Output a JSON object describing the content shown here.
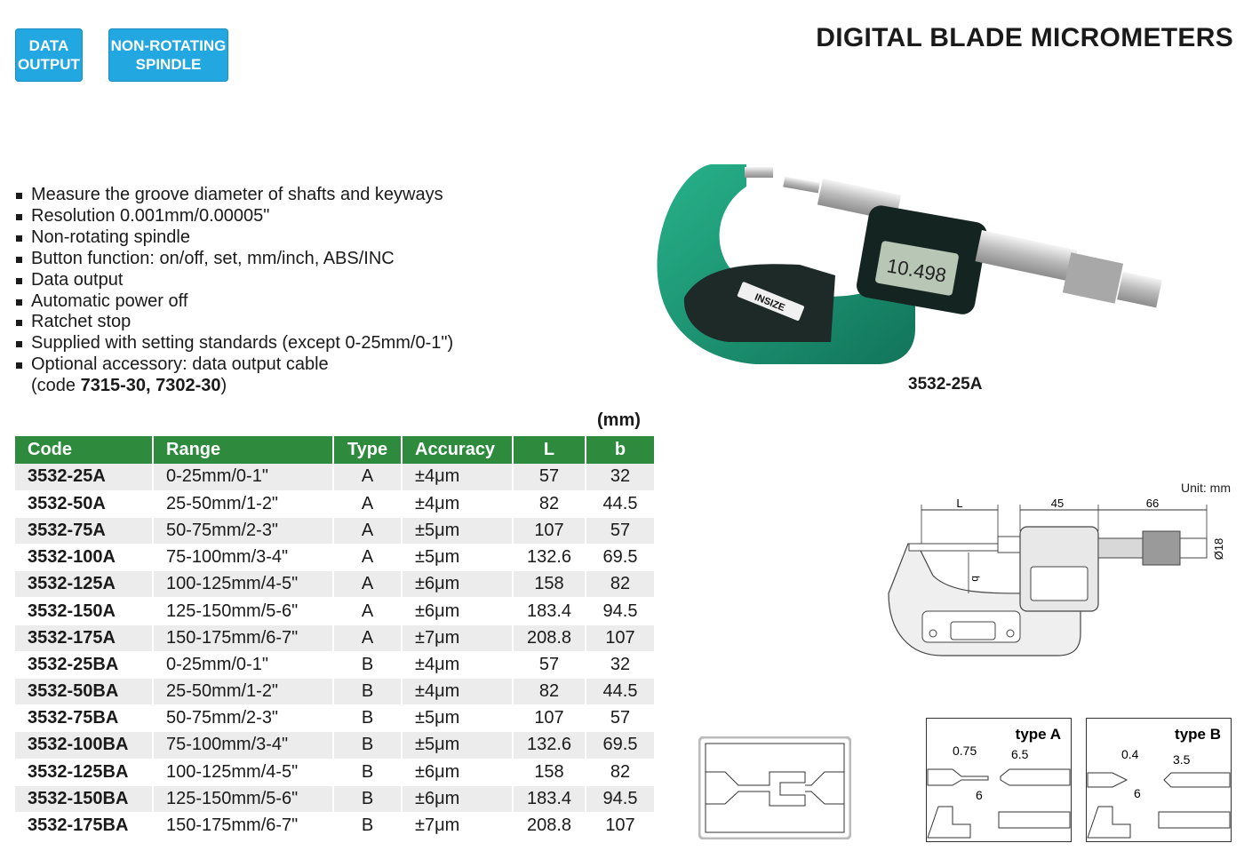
{
  "badges": [
    {
      "line1": "DATA",
      "line2": "OUTPUT"
    },
    {
      "line1": "NON-ROTATING",
      "line2": "SPINDLE"
    }
  ],
  "title": "DIGITAL BLADE MICROMETERS",
  "features": [
    "Measure the groove diameter of shafts and keyways",
    "Resolution 0.001mm/0.00005\"",
    "Non-rotating spindle",
    "Button function: on/off, set, mm/inch, ABS/INC",
    "Data output",
    "Automatic power off",
    "Ratchet stop",
    "Supplied with setting standards (except 0-25mm/0-1\")",
    "Optional accessory: data output cable"
  ],
  "accessory_note": {
    "prefix": "(code ",
    "codes": "7315-30, 7302-30",
    "suffix": ")"
  },
  "product_photo": {
    "caption": "3532-25A",
    "brand_logo": "INSIZE",
    "display_reading": "10.498"
  },
  "table": {
    "unit": "(mm)",
    "headers": [
      "Code",
      "Range",
      "Type",
      "Accuracy",
      "L",
      "b"
    ],
    "rows": [
      [
        "3532-25A",
        "0-25mm/0-1\"",
        "A",
        "±4μm",
        "57",
        "32"
      ],
      [
        "3532-50A",
        "25-50mm/1-2\"",
        "A",
        "±4μm",
        "82",
        "44.5"
      ],
      [
        "3532-75A",
        "50-75mm/2-3\"",
        "A",
        "±5μm",
        "107",
        "57"
      ],
      [
        "3532-100A",
        "75-100mm/3-4\"",
        "A",
        "±5μm",
        "132.6",
        "69.5"
      ],
      [
        "3532-125A",
        "100-125mm/4-5\"",
        "A",
        "±6μm",
        "158",
        "82"
      ],
      [
        "3532-150A",
        "125-150mm/5-6\"",
        "A",
        "±6μm",
        "183.4",
        "94.5"
      ],
      [
        "3532-175A",
        "150-175mm/6-7\"",
        "A",
        "±7μm",
        "208.8",
        "107"
      ],
      [
        "3532-25BA",
        "0-25mm/0-1\"",
        "B",
        "±4μm",
        "57",
        "32"
      ],
      [
        "3532-50BA",
        "25-50mm/1-2\"",
        "B",
        "±4μm",
        "82",
        "44.5"
      ],
      [
        "3532-75BA",
        "50-75mm/2-3\"",
        "B",
        "±5μm",
        "107",
        "57"
      ],
      [
        "3532-100BA",
        "75-100mm/3-4\"",
        "B",
        "±5μm",
        "132.6",
        "69.5"
      ],
      [
        "3532-125BA",
        "100-125mm/4-5\"",
        "B",
        "±6μm",
        "158",
        "82"
      ],
      [
        "3532-150BA",
        "125-150mm/5-6\"",
        "B",
        "±6μm",
        "183.4",
        "94.5"
      ],
      [
        "3532-175BA",
        "150-175mm/6-7\"",
        "B",
        "±7μm",
        "208.8",
        "107"
      ]
    ]
  },
  "dimension_diagram": {
    "unit_label": "Unit: mm",
    "dim_L": "L",
    "dim_45": "45",
    "dim_66": "66",
    "dim_b": "b",
    "dim_dia": "Ø18"
  },
  "type_a": {
    "label": "type A",
    "d1": "0.75",
    "d2": "6.5",
    "d3": "6"
  },
  "type_b": {
    "label": "type B",
    "d1": "0.4",
    "d2": "3.5",
    "d3": "6"
  },
  "colors": {
    "badge": "#23a7e1",
    "table_header": "#2e8b3e",
    "row_alt": "#ececec",
    "frame_green": "#1f9e74"
  }
}
